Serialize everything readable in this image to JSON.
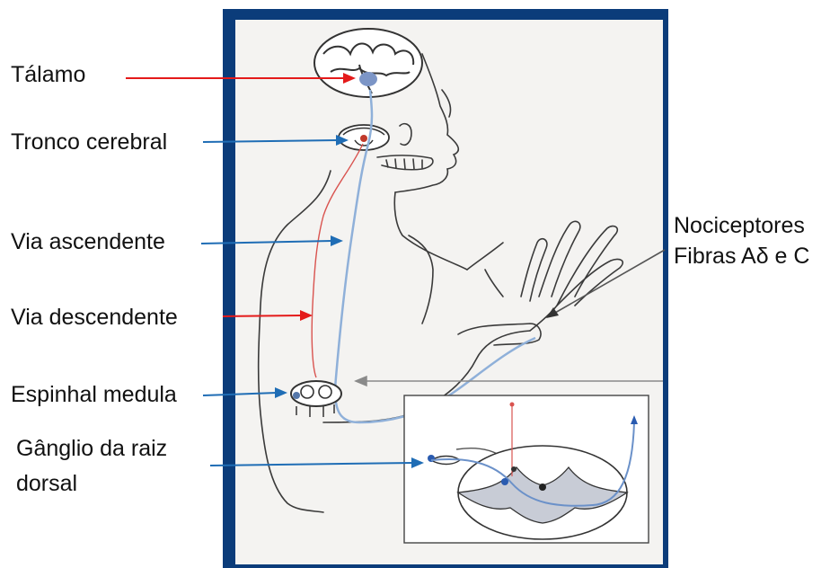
{
  "labels": {
    "thalamus": "Tálamo",
    "brainstem": "Tronco cerebral",
    "ascending": "Via ascendente",
    "descending": "Via descendente",
    "spinal_cord": "Espinhal medula",
    "ganglion_line1": "Gânglio da raiz",
    "ganglion_line2": "dorsal",
    "nociceptors_line1": "Nociceptores",
    "nociceptors_line2": "Fibras Aδ e C"
  },
  "colors": {
    "frame": "#0b3c7a",
    "panel": "#f4f3f1",
    "red_arrow": "#e41a1a",
    "blue_arrow": "#1f6db5",
    "pathway_red": "#d9534f",
    "pathway_blue": "#8fb0d9",
    "sketch": "#3a3a3a",
    "gray_matter": "#c8ccd6"
  }
}
